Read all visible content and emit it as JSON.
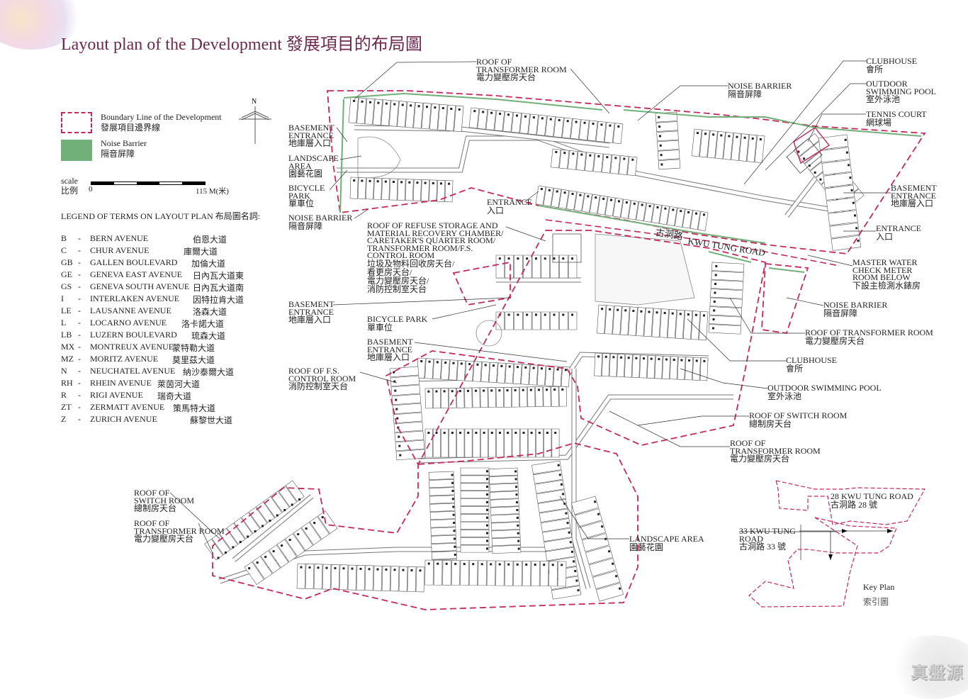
{
  "title": "Layout plan of the Development  發展項目的布局圖",
  "legend": {
    "boundary_en": "Boundary Line of the Development",
    "boundary_zh": "發展項目邊界線",
    "noise_en": "Noise Barrier",
    "noise_zh": "隔音屏障",
    "scale_en": "scale",
    "scale_zh": "比例",
    "scale_min": "0",
    "scale_max": "115 M(米)",
    "north": "N",
    "colors": {
      "boundary": "#c8285a",
      "noise_barrier": "#72b07a"
    }
  },
  "terms": {
    "title": "LEGEND OF TERMS ON LAYOUT PLAN   布局圖名詞:",
    "items": [
      {
        "ab": "B",
        "en": "BERN AVENUE",
        "zh": "伯恩大道"
      },
      {
        "ab": "C",
        "en": "CHUR AVENUE",
        "zh": "庫爾大道"
      },
      {
        "ab": "GB",
        "en": "GALLEN BOULEVARD",
        "zh": "加倫大道"
      },
      {
        "ab": "GE",
        "en": "GENEVA EAST AVENUE",
        "zh": "日內瓦大道東"
      },
      {
        "ab": "GS",
        "en": "GENEVA SOUTH AVENUE",
        "zh": "日內瓦大道南"
      },
      {
        "ab": "I",
        "en": "INTERLAKEN AVENUE",
        "zh": "因特拉肯大道"
      },
      {
        "ab": "LE",
        "en": "LAUSANNE AVENUE",
        "zh": "洛森大道"
      },
      {
        "ab": "L",
        "en": "LOCARNO AVENUE",
        "zh": "洛卡諾大道"
      },
      {
        "ab": "LB",
        "en": "LUZERN BOULEVARD",
        "zh": "琉森大道"
      },
      {
        "ab": "MX",
        "en": "MONTREUX AVENUE",
        "zh": "蒙特勒大道"
      },
      {
        "ab": "MZ",
        "en": "MORITZ AVENUE",
        "zh": "莫里茲大道"
      },
      {
        "ab": "N",
        "en": "NEUCHATEL AVENUE",
        "zh": "納沙泰爾大道"
      },
      {
        "ab": "RH",
        "en": "RHEIN AVENUE",
        "zh": "萊茵河大道"
      },
      {
        "ab": "R",
        "en": "RIGI AVENUE",
        "zh": "瑞奇大道"
      },
      {
        "ab": "ZT",
        "en": "ZERMATT AVENUE",
        "zh": "策馬特大道"
      },
      {
        "ab": "Z",
        "en": "ZURICH AVENUE",
        "zh": "蘇黎世大道"
      }
    ]
  },
  "labels": [
    {
      "id": "roof-transformer-n",
      "en": [
        "ROOF OF",
        "TRANSFORMER ROOM"
      ],
      "zh": "電力變壓房天台"
    },
    {
      "id": "noise-barrier-ne",
      "en": [
        "NOISE BARRIER"
      ],
      "zh": "隔音屏障"
    },
    {
      "id": "clubhouse-ne",
      "en": [
        "CLUBHOUSE"
      ],
      "zh": "會所"
    },
    {
      "id": "pool-ne",
      "en": [
        "OUTDOOR",
        "SWIMMING POOL"
      ],
      "zh": "室外泳池"
    },
    {
      "id": "tennis-court",
      "en": [
        "TENNIS COURT"
      ],
      "zh": "網球場"
    },
    {
      "id": "basement-entrance-e",
      "en": [
        "BASEMENT",
        "ENTRANCE"
      ],
      "zh": "地庫層入口"
    },
    {
      "id": "entrance-e",
      "en": [
        "ENTRANCE"
      ],
      "zh": "入口"
    },
    {
      "id": "master-water",
      "en": [
        "MASTER WATER",
        "CHECK METER",
        "ROOM BELOW"
      ],
      "zh": "下設主檢測水錶房"
    },
    {
      "id": "noise-barrier-e",
      "en": [
        "NOISE BARRIER"
      ],
      "zh": "隔音屏障"
    },
    {
      "id": "roof-transformer-e",
      "en": [
        "ROOF OF TRANSFORMER ROOM"
      ],
      "zh": "電力變壓房天台"
    },
    {
      "id": "clubhouse-e",
      "en": [
        "CLUBHOUSE"
      ],
      "zh": "會所"
    },
    {
      "id": "pool-e",
      "en": [
        "OUTDOOR SWIMMING POOL"
      ],
      "zh": "室外泳池"
    },
    {
      "id": "roof-switch-e",
      "en": [
        "ROOF OF SWITCH ROOM"
      ],
      "zh": "總制房天台"
    },
    {
      "id": "roof-transformer-se",
      "en": [
        "ROOF OF",
        "TRANSFORMER ROOM"
      ],
      "zh": "電力變壓房天台"
    },
    {
      "id": "landscape-s",
      "en": [
        "LANDSCAPE AREA"
      ],
      "zh": "園藝花園"
    },
    {
      "id": "basement-entrance-nw",
      "en": [
        "BASEMENT",
        "ENTRANCE"
      ],
      "zh": "地庫層入口"
    },
    {
      "id": "landscape-nw",
      "en": [
        "LANDSCAPE",
        "AREA"
      ],
      "zh": "園藝花園"
    },
    {
      "id": "bicycle-park-nw",
      "en": [
        "BICYCLE",
        "PARK"
      ],
      "zh": "單車位"
    },
    {
      "id": "noise-barrier-nw",
      "en": [
        "NOISE BARRIER"
      ],
      "zh": "隔音屏障"
    },
    {
      "id": "entrance-n",
      "en": [
        "ENTRANCE"
      ],
      "zh": "入口"
    },
    {
      "id": "refuse-storage",
      "en": [
        "ROOF OF REFUSE STORAGE AND",
        "MATERIAL RECOVERY CHAMBER/",
        "CARETAKER'S QUARTER ROOM/",
        "TRANSFORMER ROOM/F.S.",
        "CONTROL ROOM"
      ],
      "zh_lines": [
        "垃圾及物料回收房天台/",
        "看更房天台/",
        "電力變壓房天台/",
        "消防控制室天台"
      ]
    },
    {
      "id": "basement-entrance-w",
      "en": [
        "BASEMENT",
        "ENTRANCE"
      ],
      "zh": "地庫層入口"
    },
    {
      "id": "bicycle-park-w",
      "en": [
        "BICYCLE PARK"
      ],
      "zh": "單車位"
    },
    {
      "id": "basement-entrance-c",
      "en": [
        "BASEMENT",
        "ENTRANCE"
      ],
      "zh": "地庫層入口"
    },
    {
      "id": "roof-fs-control",
      "en": [
        "ROOF OF F.S.",
        "CONTROL ROOM"
      ],
      "zh": "消防控制室天台"
    },
    {
      "id": "roof-switch-sw",
      "en": [
        "ROOF OF",
        "SWITCH ROOM"
      ],
      "zh": "總制房天台"
    },
    {
      "id": "roof-transformer-sw",
      "en": [
        "ROOF OF",
        "TRANSFORMER ROOM"
      ],
      "zh": "電力變壓房天台"
    },
    {
      "id": "key-28",
      "en": [
        "28 KWU TUNG ROAD"
      ],
      "zh": "古洞路 28 號"
    },
    {
      "id": "key-33",
      "en": [
        "33 KWU TUNG",
        "ROAD"
      ],
      "zh": "古洞路 33 號"
    },
    {
      "id": "key-plan",
      "en": [
        "Key Plan"
      ],
      "zh": "索引圖"
    }
  ],
  "road": {
    "en": "KWU TUNG ROAD",
    "zh": "古洞路"
  },
  "watermark": "真盤源"
}
